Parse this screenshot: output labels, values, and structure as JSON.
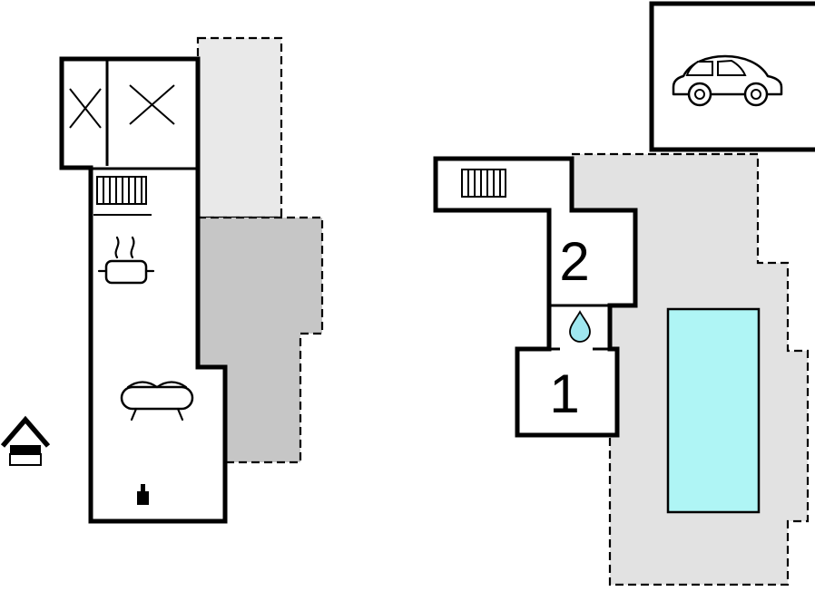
{
  "document": {
    "type": "floor-plan",
    "background": "#ffffff"
  },
  "labels": {
    "room1": "1",
    "room2": "2"
  },
  "colors": {
    "wall": "#000000",
    "terrace_upper_left": "#e9e9e9",
    "terrace_lower_left": "#c6c6c6",
    "terrace_right": "#e2e2e2",
    "pool": "#aff5f5",
    "water_drop": "#9fe7f0"
  },
  "icons": {
    "logo": "house-icon",
    "garage": "car-icon",
    "heating": "radiator-icon",
    "kitchen": "stove-pot-icon",
    "living_room": "sofa-icon",
    "utility": "boiler-icon",
    "wardrobe": "x-wardrobe-icon",
    "shower": "water-drop-icon",
    "outdoor": "swimming-pool"
  }
}
